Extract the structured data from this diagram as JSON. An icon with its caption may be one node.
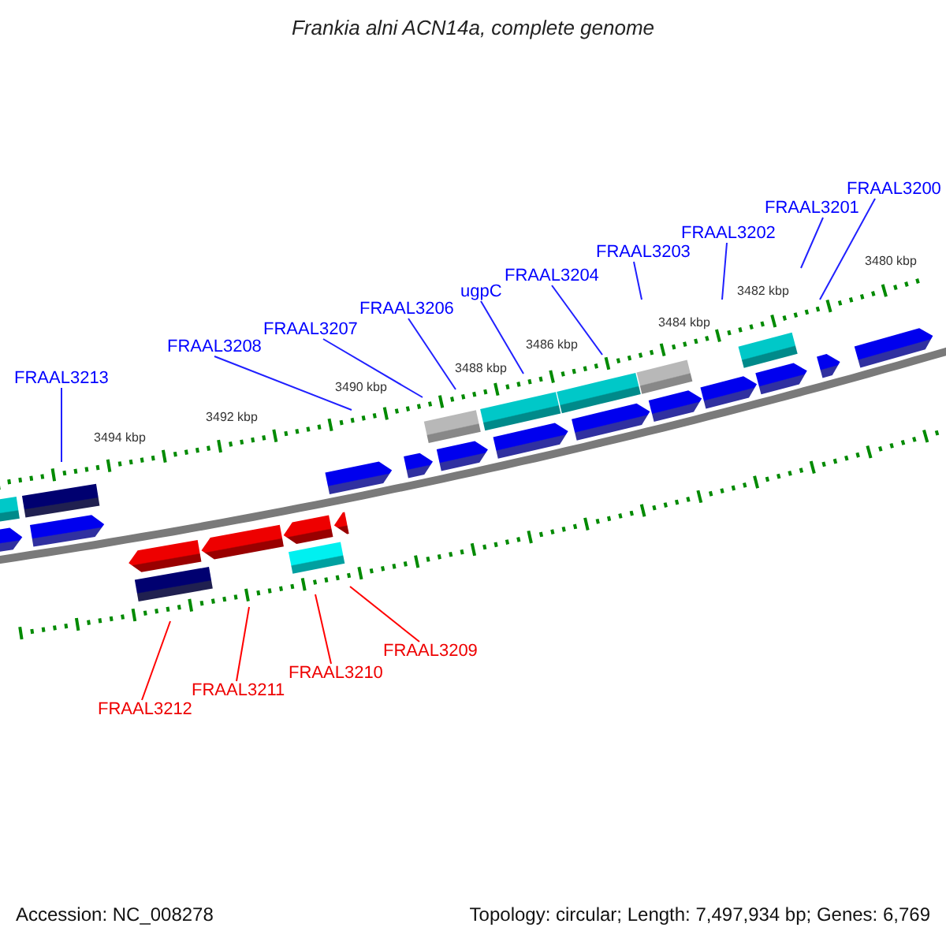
{
  "diagram": {
    "title": "Frankia alni ACN14a, complete genome",
    "nodes": [
      {
        "text": [
          "FRAAL3200"
        ]
      },
      {
        "text": [
          "FRAAL3201"
        ]
      },
      {
        "text": [
          "FRAAL3202"
        ]
      },
      {
        "text": [
          "FRAAL3203"
        ]
      },
      {
        "text": [
          "FRAAL3204"
        ]
      },
      {
        "text": [
          "ugpC"
        ]
      },
      {
        "text": [
          "FRAAL3206"
        ]
      },
      {
        "text": [
          "FRAAL3207"
        ]
      },
      {
        "text": [
          "FRAAL3208"
        ]
      },
      {
        "text": [
          "FRAAL3213"
        ]
      },
      {
        "text": [
          "FRAAL3209"
        ]
      },
      {
        "text": [
          "FRAAL3210"
        ]
      },
      {
        "text": [
          "FRAAL3211"
        ]
      },
      {
        "text": [
          "FRAAL3212"
        ]
      }
    ],
    "edges": [
      {
        "from": 0,
        "to": null,
        "arrow": "none"
      },
      {
        "from": 1,
        "to": null,
        "arrow": "none"
      },
      {
        "from": 2,
        "to": null,
        "arrow": "none"
      },
      {
        "from": 3,
        "to": null,
        "arrow": "none"
      },
      {
        "from": 4,
        "to": null,
        "arrow": "none"
      },
      {
        "from": 5,
        "to": null,
        "arrow": "none"
      },
      {
        "from": 6,
        "to": null,
        "arrow": "none"
      },
      {
        "from": 7,
        "to": null,
        "arrow": "none"
      },
      {
        "from": 8,
        "to": null,
        "arrow": "none"
      },
      {
        "from": 9,
        "to": null,
        "arrow": "none"
      },
      {
        "from": 10,
        "to": null,
        "arrow": "none",
        "color": "#ff0000"
      },
      {
        "from": 11,
        "to": null,
        "arrow": "none",
        "color": "#ff0000"
      },
      {
        "from": 12,
        "to": null,
        "arrow": "none",
        "color": "#ff0000"
      },
      {
        "from": 13,
        "to": null,
        "arrow": "none",
        "color": "#ff0000"
      }
    ],
    "labels": [
      "3480 kbp",
      "3482 kbp",
      "3484 kbp",
      "3486 kbp",
      "3488 kbp",
      "3490 kbp",
      "3492 kbp",
      "3494 kbp",
      "Accession: NC_008278",
      "Topology: circular; Length: 7,497,934 bp; Genes: 6,769"
    ]
  }
}
